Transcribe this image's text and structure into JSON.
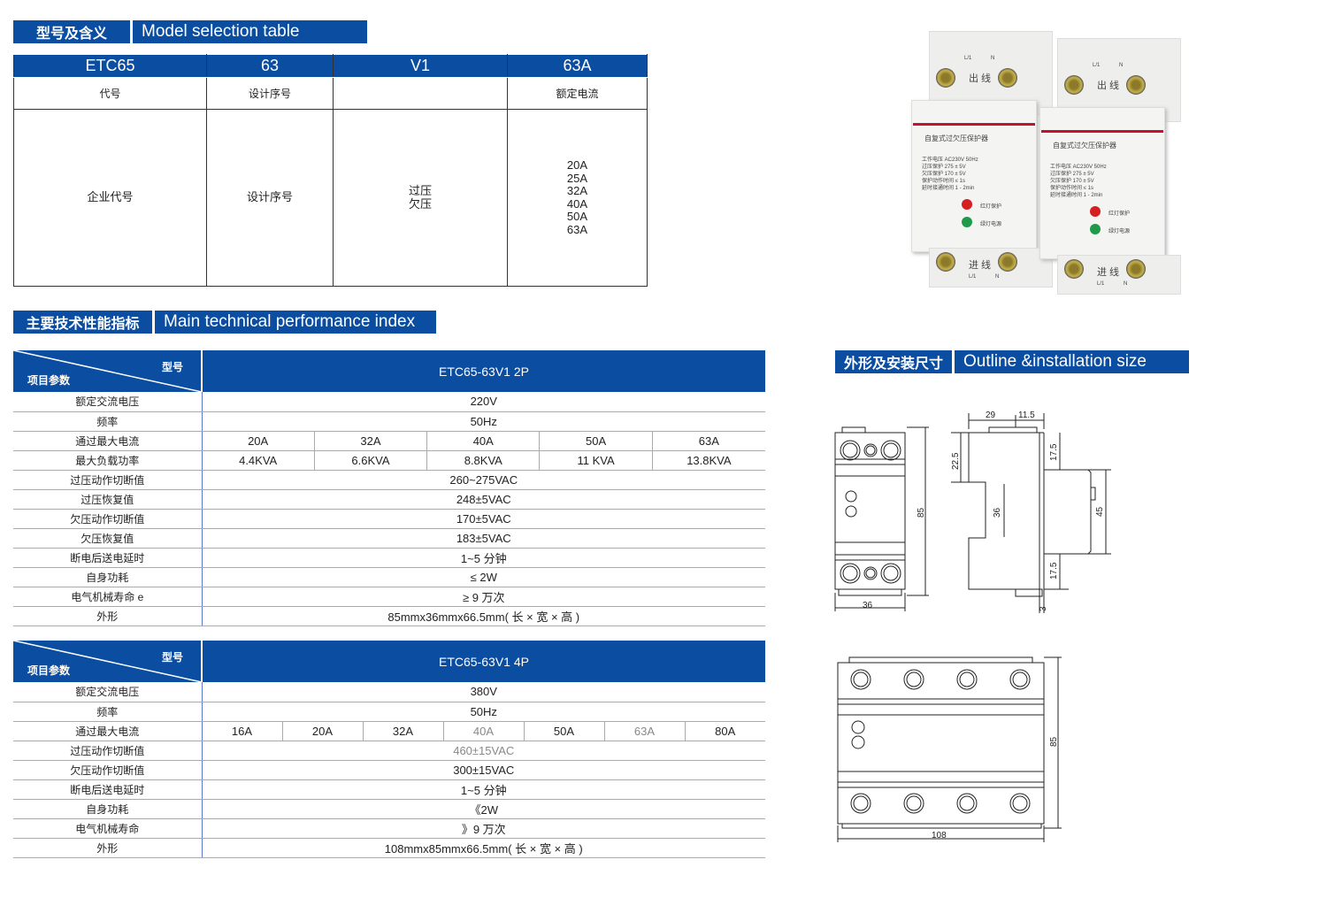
{
  "section1": {
    "cn": "型号及含义",
    "en": "Model selection table"
  },
  "model_table": {
    "headers": [
      "ETC65",
      "63",
      "V1",
      "63A"
    ],
    "labels": [
      "代号",
      "设计序号",
      "",
      "额定电流"
    ],
    "details": [
      "企业代号",
      "设计序号",
      "过压\n欠压",
      "20A\n25A\n32A\n40A\n50A\n63A"
    ]
  },
  "section2": {
    "cn": "主要技术性能指标",
    "en": "Main technical performance index"
  },
  "spec_2p": {
    "corner_model": "型号",
    "corner_param": "项目参数",
    "title": "ETC65-63V1 2P",
    "rows": [
      {
        "label": "额定交流电压",
        "value": "220V"
      },
      {
        "label": "频率",
        "value": "50Hz"
      },
      {
        "label": "通过最大电流",
        "values": [
          "20A",
          "32A",
          "40A",
          "50A",
          "63A"
        ]
      },
      {
        "label": "最大负载功率",
        "values": [
          "4.4KVA",
          "6.6KVA",
          "8.8KVA",
          "11 KVA",
          "13.8KVA"
        ]
      },
      {
        "label": "过压动作切断值",
        "value": "260~275VAC"
      },
      {
        "label": "过压恢复值",
        "value": "248±5VAC"
      },
      {
        "label": "欠压动作切断值",
        "value": "170±5VAC"
      },
      {
        "label": "欠压恢复值",
        "value": "183±5VAC"
      },
      {
        "label": "断电后送电延时",
        "value": "1~5 分钟"
      },
      {
        "label": "自身功耗",
        "value": "≤ 2W"
      },
      {
        "label": "电气机械寿命 e",
        "value": "≥ 9 万次"
      },
      {
        "label": "外形",
        "value": "85mmx36mmx66.5mm( 长 × 宽 × 高 )"
      }
    ]
  },
  "spec_4p": {
    "corner_model": "型号",
    "corner_param": "项目参数",
    "title": "ETC65-63V1 4P",
    "rows": [
      {
        "label": "额定交流电压",
        "value": "380V"
      },
      {
        "label": "频率",
        "value": "50Hz"
      },
      {
        "label": "通过最大电流",
        "values": [
          "16A",
          "20A",
          "32A",
          "40A",
          "50A",
          "63A",
          "80A"
        ]
      },
      {
        "label": "过压动作切断值",
        "value": "460±15VAC"
      },
      {
        "label": "欠压动作切断值",
        "value": "300±15VAC"
      },
      {
        "label": "断电后送电延时",
        "value": "1~5 分钟"
      },
      {
        "label": "自身功耗",
        "value": "《2W"
      },
      {
        "label": "电气机械寿命",
        "value": "》9 万次"
      },
      {
        "label": "外形",
        "value": "108mmx85mmx66.5mm( 长 × 宽 × 高 )"
      }
    ]
  },
  "section3": {
    "cn": "外形及安装尺寸",
    "en": "Outline &installation size"
  },
  "dimensions": {
    "front_width": "36",
    "height": "85",
    "top_depth": "29",
    "top_offset": "11.5",
    "upper": "22.5",
    "rail": "36",
    "side_top": "17.5",
    "side_bottom": "17.5",
    "side_mid": "45",
    "bottom_gap": "3",
    "width_4p": "108",
    "height_4p": "85"
  },
  "product": {
    "out_label": "出 线",
    "in_label": "进 线",
    "lphase": "L/1",
    "neutral": "N",
    "title": "自复式过欠压保护器",
    "spec_lines": [
      "工作电压  AC230V 50Hz",
      "过压保护  275 ± 5V",
      "欠压保护  170 ± 5V",
      "保护动作时间 ≤ 1s",
      "延时接通时间 1 - 2min"
    ],
    "red_led": "红灯保护",
    "green_led": "绿灯电源"
  }
}
